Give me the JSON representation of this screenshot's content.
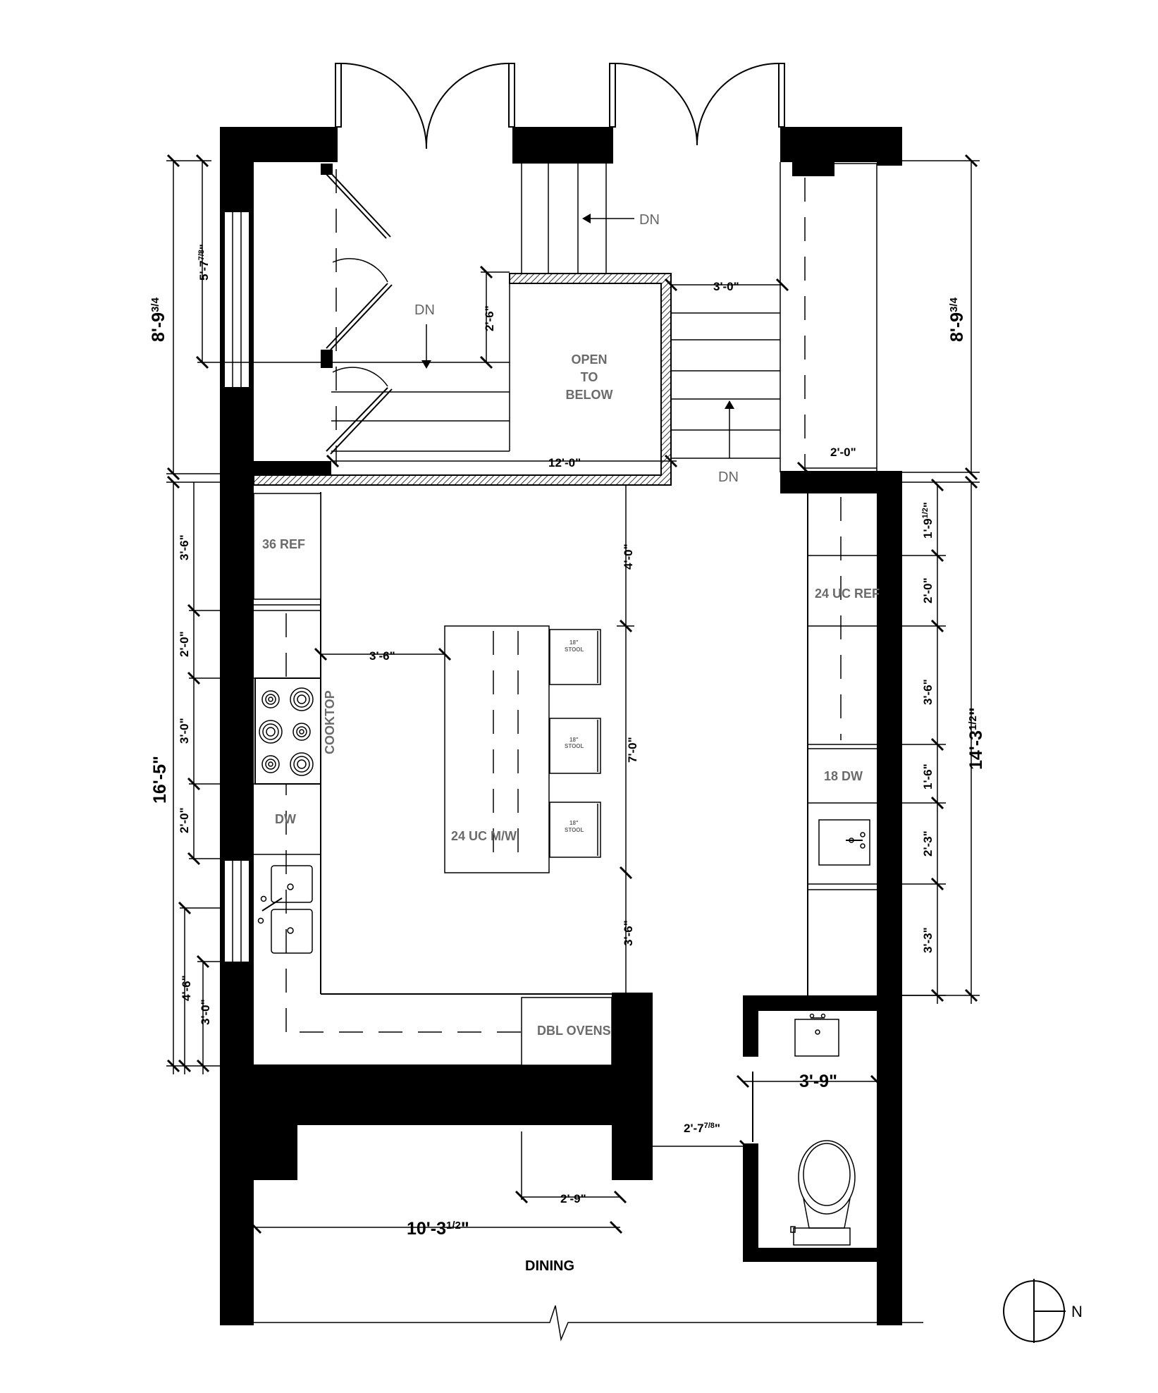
{
  "labels": {
    "dn1": "DN",
    "dn2": "DN",
    "dn3": "DN",
    "open1": "OPEN",
    "open2": "TO",
    "open3": "BELOW",
    "ref36": "36 REF",
    "cooktop": "COOKTOP",
    "dw_left": "DW",
    "uc_ref": "24 UC REF",
    "dw18": "18 DW",
    "uc_mw": "24 UC M/W",
    "stool": "18\"",
    "stool_word": "STOOL",
    "dbl_ovens": "DBL OVENS",
    "dining": "DINING",
    "north": "N"
  },
  "dims": {
    "d_5_7": "5'-7",
    "d_5_7_frac": "7/8",
    "d_8_9_left": "8'-9",
    "d_8_9_right": "8'-9",
    "frac_3_4": "3/4",
    "d_2_6": "2'-6\"",
    "d_3_0_top": "3'-0\"",
    "d_12_0": "12'-0\"",
    "d_2_0_top": "2'-0\"",
    "d_3_6_ref": "3'-6\"",
    "d_2_0_a": "2'-0\"",
    "d_3_0_cook": "3'-0\"",
    "d_2_0_b": "2'-0\"",
    "d_16_5": "16'-5\"",
    "d_4_6": "4'-6\"",
    "d_3_0_sink": "3'-0\"",
    "d_3_6_isl": "3'-6\"",
    "d_4_0": "4'-0\"",
    "d_7_0": "7'-0\"",
    "d_3_6_bot": "3'-6\"",
    "d_1_9": "1'-9",
    "frac_1_2": "1/2",
    "d_2_0_ucref": "2'-0\"",
    "d_3_6_right": "3'-6\"",
    "d_1_6": "1'-6\"",
    "d_2_3": "2'-3\"",
    "d_3_3": "3'-3\"",
    "d_14_3": "14'-3",
    "d_3_9": "3'-9\"",
    "d_2_7": "2'-7",
    "d_2_7_frac": "7/8",
    "d_2_9": "2'-9\"",
    "d_10_3": "10'-3"
  }
}
